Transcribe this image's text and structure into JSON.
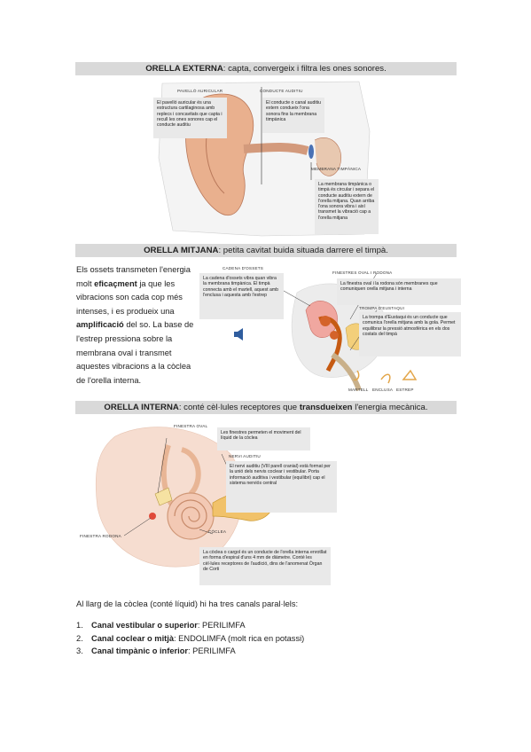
{
  "sections": {
    "outer": {
      "title": "ORELLA EXTERNA",
      "desc": ": capta, convergeix i filtra les ones sonores.",
      "label_pavello": "PAVELLÓ AURICULAR",
      "label_conducte": "CONDUCTE AUDITIU",
      "label_membrana": "MEMBRANA TIMPÀNICA",
      "note_pavello": "El pavelló auricular és una estructura cartilaginosa amb replecs i concavitats que capta i recull les ones sonores cap el conducte auditiu",
      "note_conducte": "El conducte o canal auditiu extern condueix l'ona sonora fins la membrana timpànica",
      "note_membrana": "La membrana timpànica o timpà és circular i separa el conducte auditiu extern de l'orella mitjana. Quan arriba l'ona sonora vibra i així transmet la vibració cap a l'orella mitjana"
    },
    "middle": {
      "title": "ORELLA MITJANA",
      "desc": ": petita cavitat buida situada darrere el timpà.",
      "text_before": "Els ossets transmeten l'energia molt ",
      "text_bold1": "eficaçment",
      "text_mid": " ja que les vibracions son cada cop més intenses, i es produeix una ",
      "text_bold2": "amplificació",
      "text_after": " del so. La base de l'estrep pressiona sobre la membrana oval i transmet aquestes vibracions a la còclea de l'orella interna.",
      "label_cadena": "CADENA D'OSSETS",
      "label_finestres": "FINESTRES OVAL I RODONA",
      "label_trompa": "TROMPA D'EUSTAQUI",
      "note_cadena": "La cadena d'ossets vibra quan vibra la membrana timpànica. El timpà connecta amb el martell, aquest amb l'enclusa i aquesta amb l'estrep",
      "note_finestres": "La finestra oval i la rodona són membranes que comuniquen orella mitjana i interna",
      "note_trompa": "La trompa d'Eustaqui és un conducte que comunica l'orella mitjana amb la gola. Permet equilibrar la pressió atmosfèrica en els dos costats del timpà",
      "bone_martell": "MARTELL",
      "bone_enclusa": "ENCLUSA",
      "bone_estrep": "ESTREP"
    },
    "inner": {
      "title": "ORELLA INTERNA",
      "desc_before": ": conté cèl·lules receptores que ",
      "desc_bold": "transdueixen",
      "desc_after": " l'energia mecànica.",
      "label_finestra_oval": "FINESTRA OVAL",
      "label_nervi": "NERVI AUDITIU",
      "label_finestra_rodona": "FINESTRA RODONA",
      "label_coclea": "CÒCLEA",
      "note_finestres": "Les finestres permeten el moviment del líquid de la còclea",
      "note_nervi": "El nervi auditiu (VIII parell cranial) està format per la unió dels nervis coclear i vestibular. Porta informació auditiva i vestibular (equilibri) cap el sistema nerviós central",
      "note_coclea": "La còclea o cargol és un conducte de l'orella interna enrotllat en forma d'espiral d'uns 4 mm de diàmetre. Conté les cèl·lules receptores de l'audició, dins de l'anomenat Òrgan de Corti"
    }
  },
  "intro": "Al llarg de la còclea (conté líquid) hi ha tres canals paral·lels:",
  "canals": [
    {
      "num": "1.",
      "name": "Canal vestibular o superior",
      "value": ": PERILIMFA"
    },
    {
      "num": "2.",
      "name": "Canal coclear o mitjà",
      "value": ": ENDOLIMFA (molt rica en potassi)"
    },
    {
      "num": "3.",
      "name": "Canal timpànic o inferior",
      "value": ": PERILIMFA"
    }
  ],
  "colors": {
    "bar": "#d9d9d9",
    "note": "#e9e9e9",
    "skin": "#e9b08e",
    "speaker": "#2f5d9e"
  }
}
